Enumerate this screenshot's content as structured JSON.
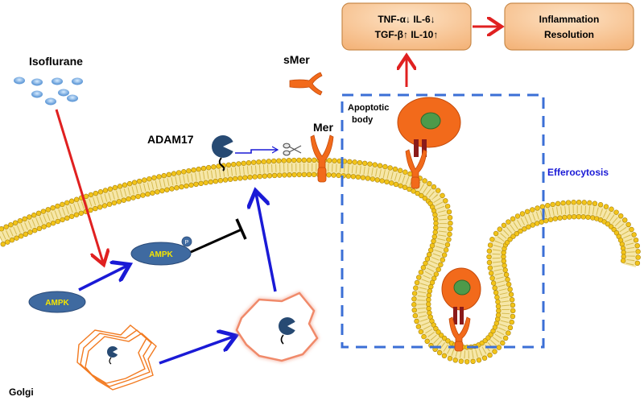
{
  "labels": {
    "isoflurane": "Isoflurane",
    "adam17": "ADAM17",
    "smer": "sMer",
    "mer": "Mer",
    "apoptotic_line1": "Apoptotic",
    "apoptotic_line2": "body",
    "efferocytosis": "Efferocytosis",
    "golgi": "Golgi",
    "ampk_active": "AMPK",
    "ampk_inactive": "AMPK",
    "phospho": "P"
  },
  "cytokine_box": {
    "line1": "TNF-α↓ IL-6↓",
    "line2": "TGF-β↑ IL-10↑"
  },
  "resolution_box": {
    "line1": "Inflammation",
    "line2": "Resolution"
  },
  "colors": {
    "red_arrow": "#e02020",
    "blue_arrow": "#1a1ad6",
    "box_fill": "#f9c99a",
    "box_stroke": "#c98a4a",
    "ampk_fill": "#3f6aa0",
    "ampk_text": "#f5e600",
    "adam17_fill": "#274a73",
    "receptor_orange": "#f26a1b",
    "cell_orange": "#f26a1b",
    "nucleus_green": "#4e9a4a",
    "membrane_head": "#f2c41a",
    "dashed_blue": "#3b6fd6",
    "efferocytosis_text": "#1a1ad6"
  }
}
